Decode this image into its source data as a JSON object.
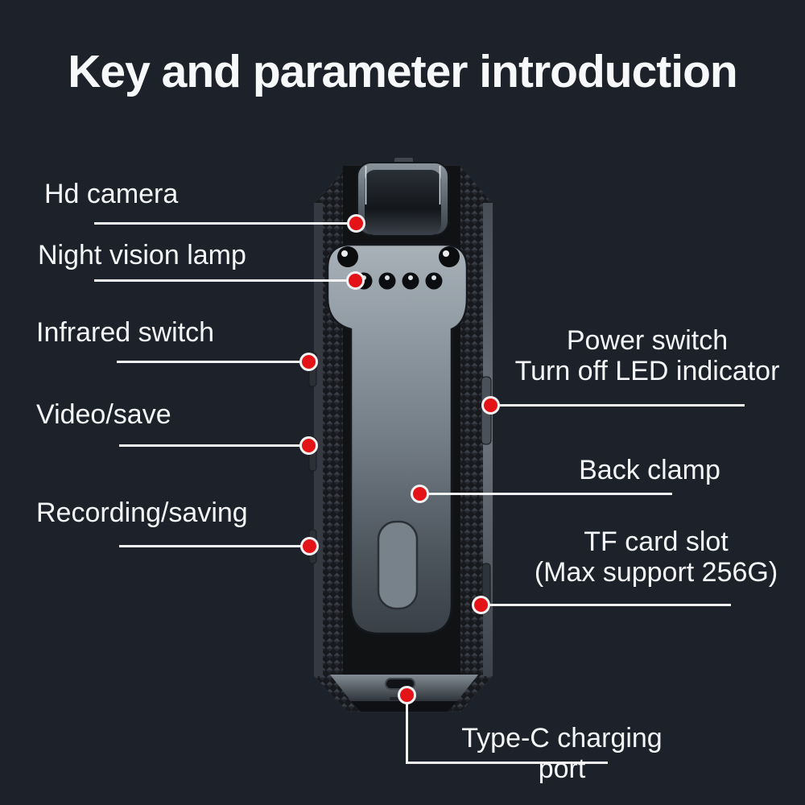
{
  "title": "Key and parameter introduction",
  "colors": {
    "background": "#1d212a",
    "accent_red": "#e41317",
    "callout_line": "#f2f2f2",
    "text": "#f4f5f6"
  },
  "callouts": {
    "hd_camera": {
      "label": "Hd camera"
    },
    "night_vision": {
      "label": "Night vision lamp"
    },
    "infrared": {
      "label": "Infrared switch"
    },
    "video_save": {
      "label": "Video/save"
    },
    "recording": {
      "label": "Recording/saving"
    },
    "power": {
      "line1": "Power switch",
      "line2": "Turn off LED indicator"
    },
    "back_clamp": {
      "label": "Back clamp"
    },
    "tf_card": {
      "line1": "TF card slot",
      "line2": "(Max support 256G)"
    },
    "type_c": {
      "label": "Type-C charging port"
    }
  },
  "device": {
    "description": "body camera rear view illustration",
    "parts": [
      "hinge camera head",
      "camera lenses",
      "night vision led row",
      "infrared switch button",
      "video/save button",
      "recording/saving button",
      "power switch button",
      "back clamp",
      "tf card slot",
      "type-c charging port"
    ]
  }
}
